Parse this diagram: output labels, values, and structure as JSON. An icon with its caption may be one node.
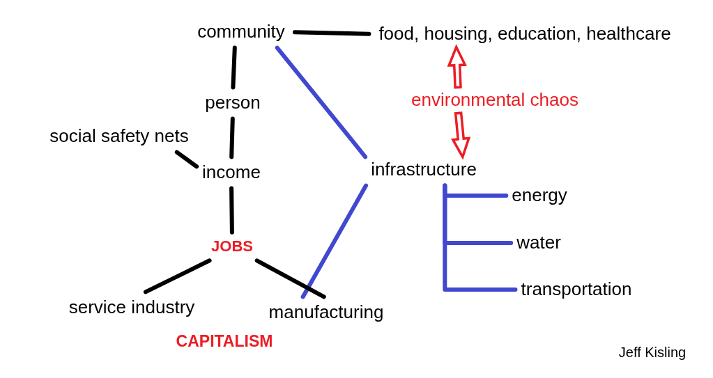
{
  "diagram": {
    "nodes": [
      {
        "text": [
          "community"
        ]
      },
      {
        "text": [
          "food, housing, education, healthcare"
        ]
      },
      {
        "text": [
          "person"
        ]
      },
      {
        "text": [
          "environmental chaos"
        ]
      },
      {
        "text": [
          "social safety nets"
        ]
      },
      {
        "text": [
          "income"
        ]
      },
      {
        "text": [
          "infrastructure"
        ]
      },
      {
        "text": [
          "energy"
        ]
      },
      {
        "text": [
          "water"
        ]
      },
      {
        "text": [
          "JOBS"
        ]
      },
      {
        "text": [
          "transportation"
        ]
      },
      {
        "text": [
          "service industry"
        ]
      },
      {
        "text": [
          "manufacturing"
        ]
      }
    ],
    "edges": [
      {
        "from": 0,
        "to": 1,
        "arrow": "none"
      },
      {
        "from": 0,
        "to": 2,
        "arrow": "none"
      },
      {
        "from": 0,
        "to": 6,
        "arrow": "none",
        "color": "#4148d0"
      },
      {
        "from": 2,
        "to": 5,
        "arrow": "none"
      },
      {
        "from": 4,
        "to": 5,
        "arrow": "none"
      },
      {
        "from": 3,
        "to": 1,
        "arrow": "to",
        "color": "#ed1c24"
      },
      {
        "from": 3,
        "to": 6,
        "arrow": "to",
        "color": "#ed1c24"
      },
      {
        "from": 5,
        "to": 9,
        "arrow": "none"
      },
      {
        "from": 6,
        "to": 12,
        "arrow": "none",
        "color": "#4148d0"
      },
      {
        "from": 6,
        "to": 7,
        "arrow": "none",
        "color": "#4148d0"
      },
      {
        "from": 6,
        "to": 8,
        "arrow": "none",
        "color": "#4148d0"
      },
      {
        "from": 6,
        "to": 10,
        "arrow": "none",
        "color": "#4148d0"
      },
      {
        "from": 9,
        "to": 11,
        "arrow": "none"
      },
      {
        "from": 9,
        "to": 12,
        "arrow": "none"
      }
    ],
    "labels": [
      "CAPITALISM",
      "Jeff Kisling"
    ]
  }
}
